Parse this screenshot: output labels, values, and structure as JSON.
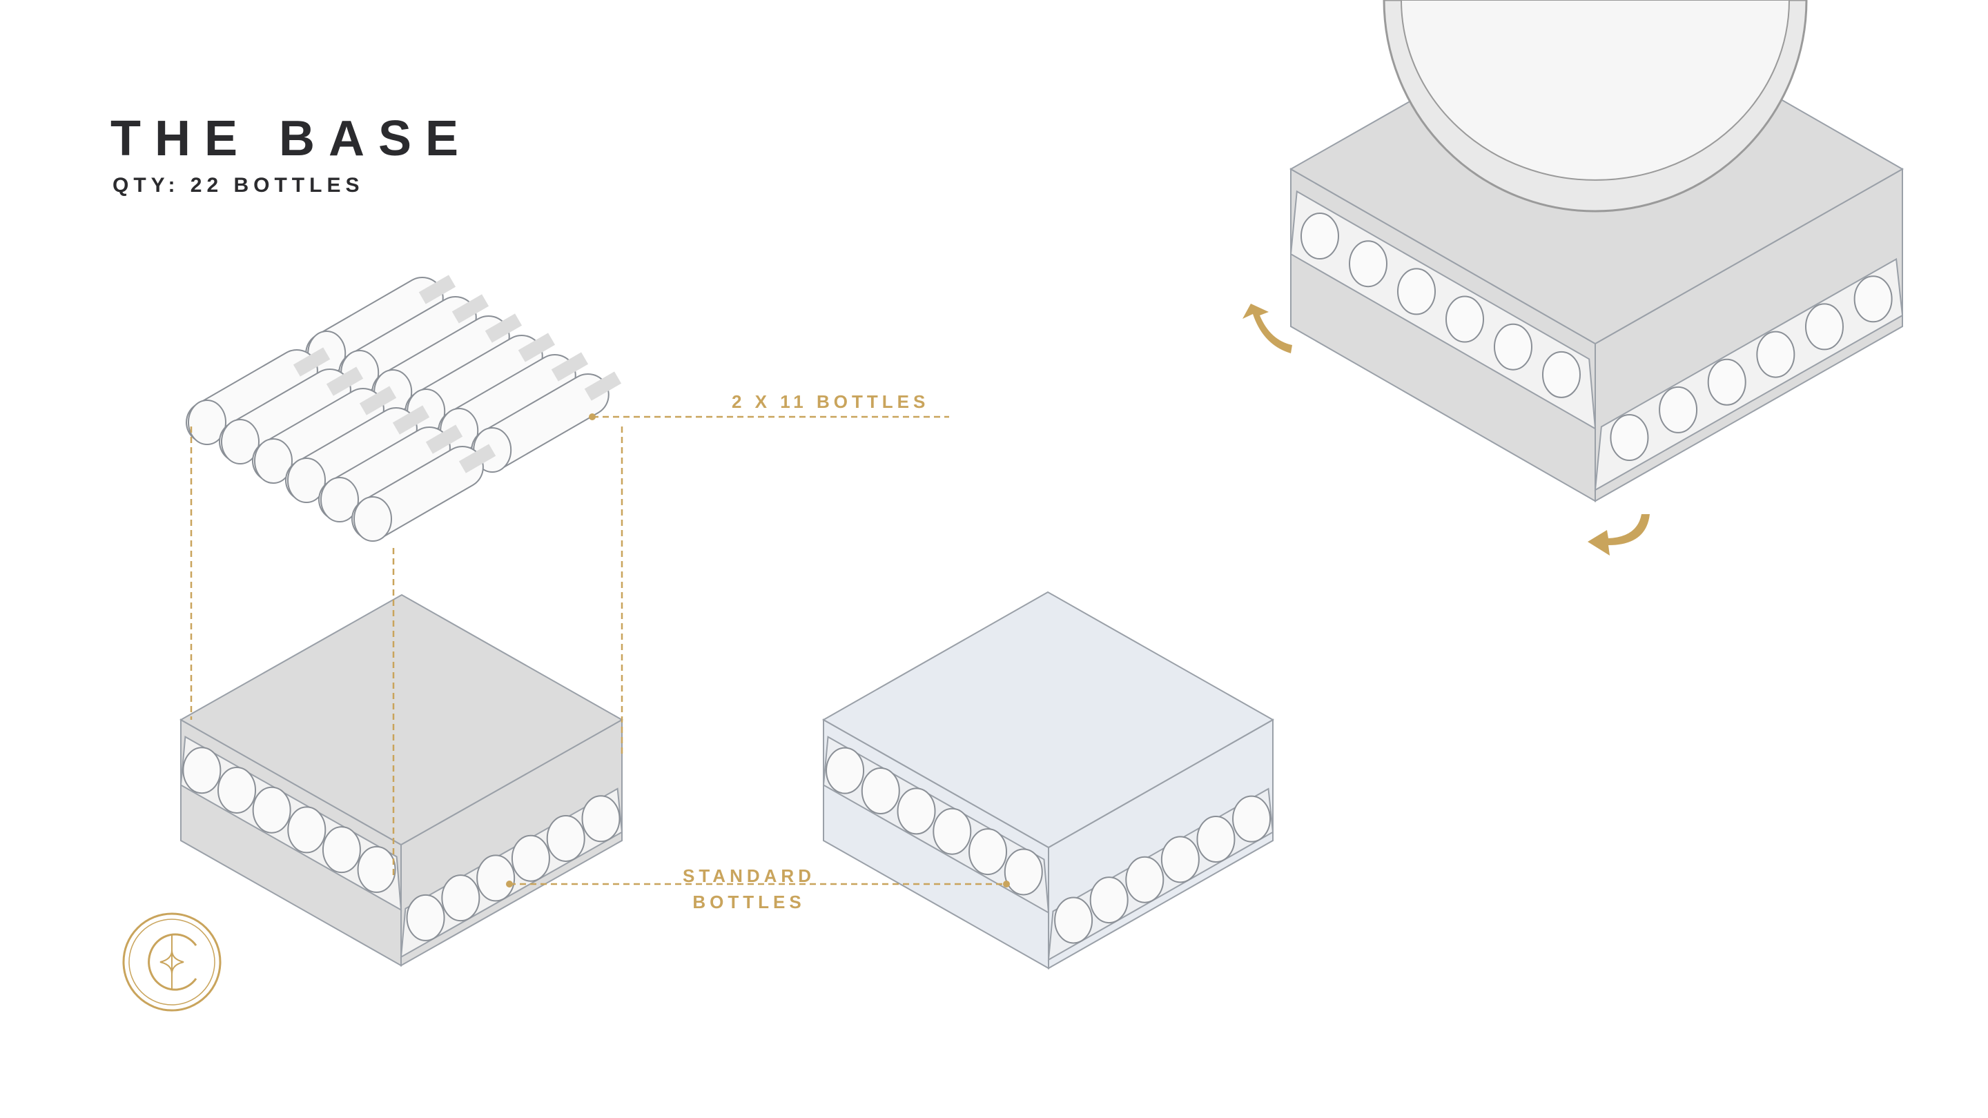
{
  "header": {
    "title": "THE BASE",
    "subtitle": "QTY: 22 BOTTLES"
  },
  "annotations": {
    "bottles_count": "2 X 11 BOTTLES",
    "standard_line1": "STANDARD",
    "standard_line2": "BOTTLES"
  },
  "logo": {
    "monogram": "C"
  },
  "colors": {
    "accent": "#c9a45c",
    "text": "#2b2b2e",
    "box": "#dcdcdc",
    "glass": "#d3dae6"
  }
}
